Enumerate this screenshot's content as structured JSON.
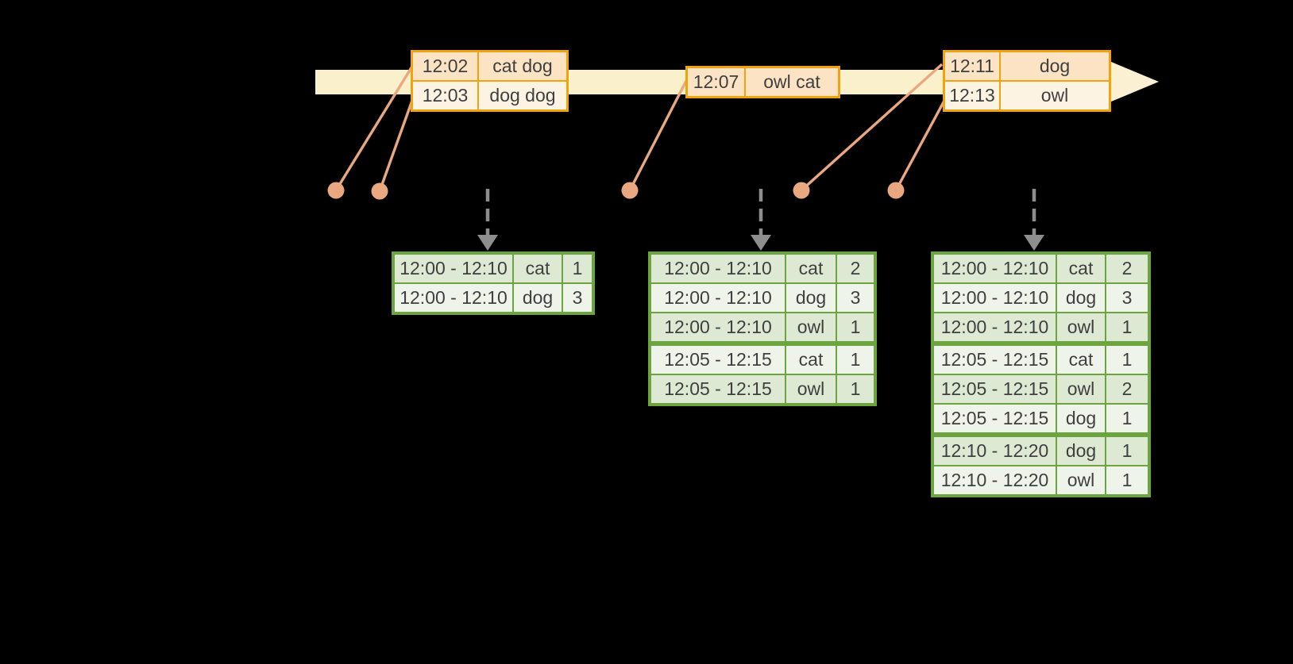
{
  "diagram": {
    "name": "windowed-word-count-timeline",
    "colors": {
      "background": "#000000",
      "timeline_band": "#FBF0CC",
      "event_border": "#F0A30A",
      "event_row_dark": "#FBE3C4",
      "event_row_light": "#FDF3E3",
      "connector": "#E9A87F",
      "trigger_arrow": "#8E8E8E",
      "result_border": "#6CA43F",
      "result_row_dark": "#DDE9D3",
      "result_row_light": "#EFF4EA",
      "text": "#3F3F3F"
    },
    "icons": {
      "timeline_arrow": "right-arrow-band",
      "event_marker": "filled-dot",
      "trigger_arrow": "dashed-down-arrow"
    },
    "event_tables": [
      {
        "rows": [
          [
            "12:02",
            "cat dog"
          ],
          [
            "12:03",
            "dog dog"
          ]
        ]
      },
      {
        "rows": [
          [
            "12:07",
            "owl cat"
          ]
        ]
      },
      {
        "rows": [
          [
            "12:11",
            "dog"
          ],
          [
            "12:13",
            "owl"
          ]
        ]
      }
    ],
    "result_tables": [
      {
        "rows": [
          [
            "12:00 - 12:10",
            "cat",
            "1"
          ],
          [
            "12:00 - 12:10",
            "dog",
            "3"
          ]
        ]
      },
      {
        "rows": [
          [
            "12:00 - 12:10",
            "cat",
            "2"
          ],
          [
            "12:00 - 12:10",
            "dog",
            "3"
          ],
          [
            "12:00 - 12:10",
            "owl",
            "1"
          ],
          [
            "12:05 - 12:15",
            "cat",
            "1"
          ],
          [
            "12:05 - 12:15",
            "owl",
            "1"
          ]
        ]
      },
      {
        "rows": [
          [
            "12:00 - 12:10",
            "cat",
            "2"
          ],
          [
            "12:00 - 12:10",
            "dog",
            "3"
          ],
          [
            "12:00 - 12:10",
            "owl",
            "1"
          ],
          [
            "12:05 - 12:15",
            "cat",
            "1"
          ],
          [
            "12:05 - 12:15",
            "owl",
            "2"
          ],
          [
            "12:05 - 12:15",
            "dog",
            "1"
          ],
          [
            "12:10 - 12:20",
            "dog",
            "1"
          ],
          [
            "12:10 - 12:20",
            "owl",
            "1"
          ]
        ]
      }
    ]
  }
}
